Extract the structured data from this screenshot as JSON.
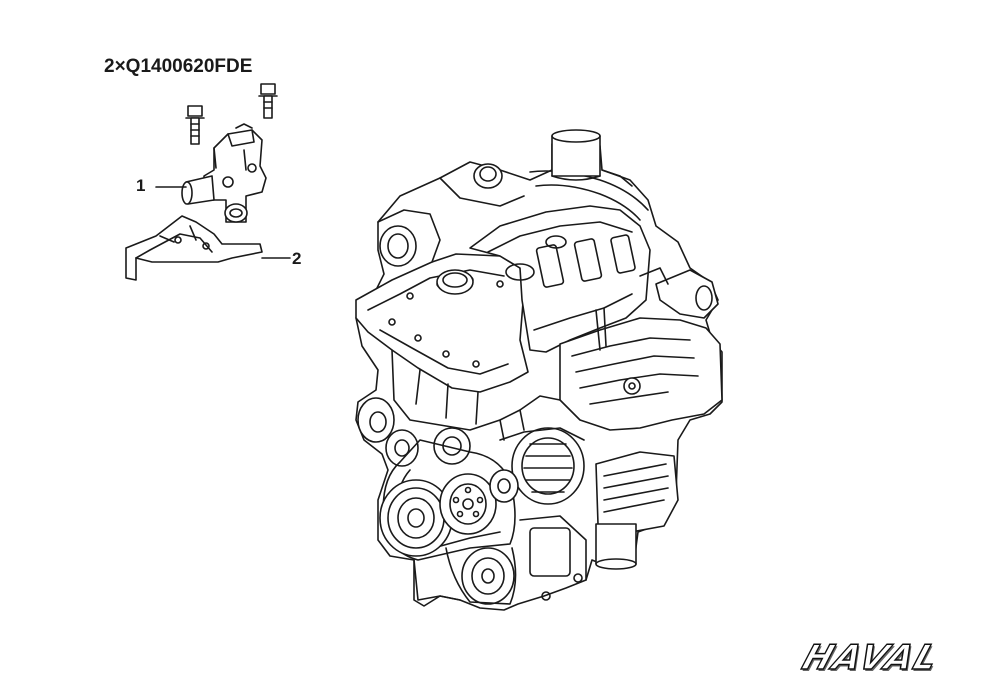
{
  "diagram": {
    "fastener_callout": "2×Q1400620FDE",
    "callouts": [
      {
        "id": "1",
        "label": "1"
      },
      {
        "id": "2",
        "label": "2"
      }
    ],
    "brand_logo": "HAVAL",
    "line_color": "#1a1a1a",
    "background": "#ffffff"
  }
}
